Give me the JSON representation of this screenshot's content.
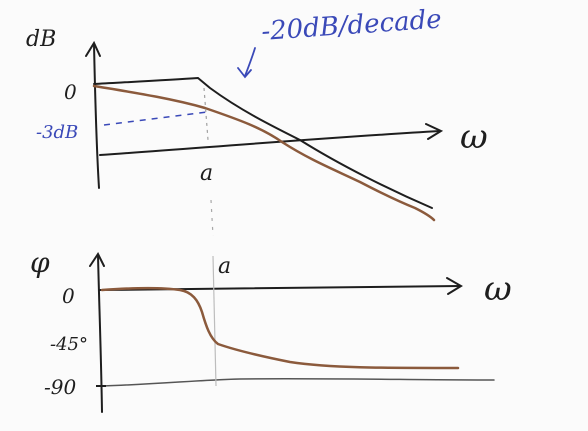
{
  "magnitude_plot": {
    "y_label": "dB",
    "x_label": "ω",
    "tick_zero": "0",
    "tick_minus3": "-3dB",
    "corner_label": "a",
    "annotation": "-20dB/decade"
  },
  "phase_plot": {
    "y_label": "φ",
    "x_label": "ω",
    "tick_zero": "0",
    "tick_minus45": "-45°",
    "tick_minus90": "-90",
    "corner_label": "a"
  },
  "colors": {
    "ink": "#1e1e1e",
    "pen_blue": "#3a49b8",
    "actual_curve": "#8b5a3c",
    "guide": "#c8c8c8"
  }
}
